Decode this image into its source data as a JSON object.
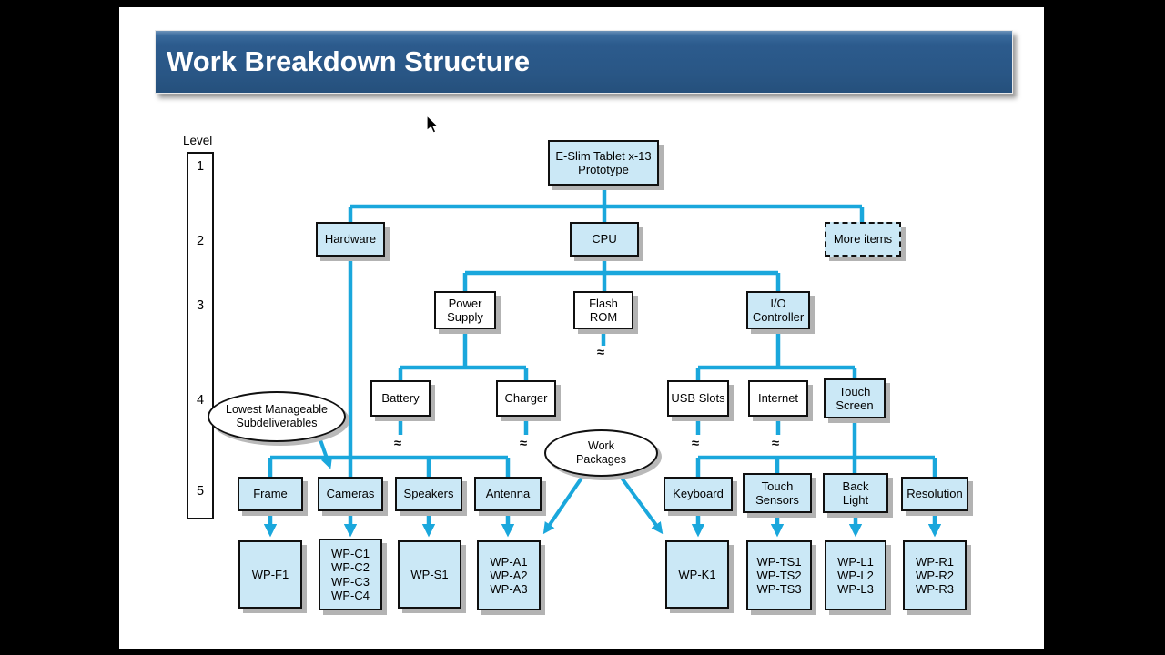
{
  "title_bar": {
    "title": "Work Breakdown Structure"
  },
  "level_legend": {
    "label": "Level",
    "levels": [
      "1",
      "2",
      "3",
      "4",
      "5"
    ]
  },
  "symbols": {
    "approx": "≈"
  },
  "colors": {
    "connector": "#1AA7DC",
    "node_fill_blue": "#CBE8F6",
    "node_fill_white": "#FFFFFF",
    "node_border": "#101010",
    "shadow": "#B3B3B3",
    "titlebar_blue": "#2B5A8C",
    "title_text": "#FFFFFF"
  },
  "nodes": {
    "root": {
      "label": "E-Slim Tablet x-13\nPrototype"
    },
    "hardware": {
      "label": "Hardware"
    },
    "cpu": {
      "label": "CPU"
    },
    "more_items": {
      "label": "More items"
    },
    "power_supply": {
      "label": "Power\nSupply"
    },
    "flash_rom": {
      "label": "Flash\nROM"
    },
    "io_controller": {
      "label": "I/O\nController"
    },
    "battery": {
      "label": "Battery"
    },
    "charger": {
      "label": "Charger"
    },
    "usb_slots": {
      "label": "USB Slots"
    },
    "internet": {
      "label": "Internet"
    },
    "touch_screen": {
      "label": "Touch\nScreen"
    },
    "frame": {
      "label": "Frame"
    },
    "cameras": {
      "label": "Cameras"
    },
    "speakers": {
      "label": "Speakers"
    },
    "antenna": {
      "label": "Antenna"
    },
    "keyboard": {
      "label": "Keyboard"
    },
    "touch_sensors": {
      "label": "Touch\nSensors"
    },
    "back_light": {
      "label": "Back\nLight"
    },
    "resolution": {
      "label": "Resolution"
    },
    "wp_frame": {
      "label": "WP-F1"
    },
    "wp_cameras": {
      "label": "WP-C1\nWP-C2\nWP-C3\nWP-C4"
    },
    "wp_speakers": {
      "label": "WP-S1"
    },
    "wp_antenna": {
      "label": "WP-A1\nWP-A2\nWP-A3"
    },
    "wp_keyboard": {
      "label": "WP-K1"
    },
    "wp_touch_sensors": {
      "label": "WP-TS1\nWP-TS2\nWP-TS3"
    },
    "wp_back_light": {
      "label": "WP-L1\nWP-L2\nWP-L3"
    },
    "wp_resolution": {
      "label": "WP-R1\nWP-R2\nWP-R3"
    }
  },
  "annotations": {
    "lowest_manageable": {
      "label": "Lowest Manageable\nSubdeliverables"
    },
    "work_packages": {
      "label": "Work\nPackages"
    }
  }
}
